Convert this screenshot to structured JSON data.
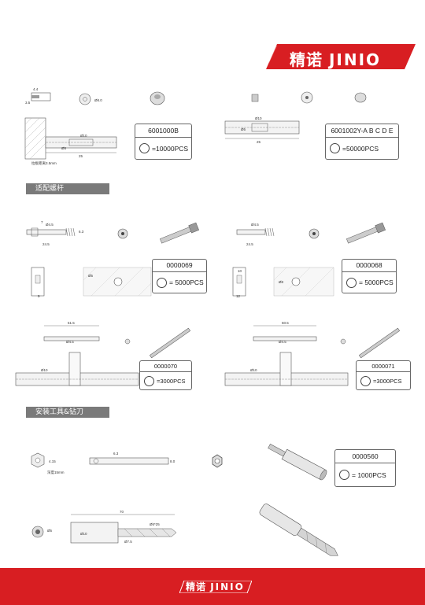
{
  "brand": {
    "name_cn": "精诺",
    "name_en": "JINIO",
    "color": "#d81e22"
  },
  "sections": [
    {
      "title": "适配螺杆"
    },
    {
      "title": "安装工具&钻刀"
    }
  ],
  "products": [
    {
      "code": "6001000B",
      "qty": "=10000PCS"
    },
    {
      "code": "6001002Y-A B C D E",
      "qty": "=50000PCS"
    },
    {
      "code": "0000069",
      "qty": "= 5000PCS"
    },
    {
      "code": "0000068",
      "qty": "= 5000PCS"
    },
    {
      "code": "0000070",
      "qty": "=3000PCS"
    },
    {
      "code": "0000071",
      "qty": "=3000PCS"
    },
    {
      "code": "0000560",
      "qty": "= 1000PCS"
    }
  ],
  "labels": {
    "thickness_note": "拉板距离3.5mm",
    "depth_note": "深度15mm",
    "d8": "Ø8.0",
    "d5": "Ø5",
    "d8b": "Ø8",
    "d45": "Ø4.5",
    "n63": "6.3",
    "n80": "8.0",
    "n245": "24.5",
    "n25": "25",
    "n70": "70",
    "d10": "Ø10",
    "d525": "Ø5*25",
    "d75": "Ø7.5",
    "n515": "51.5",
    "n605": "60.5",
    "n415": "4.15",
    "n44": "4.4",
    "n35": "3.5",
    "n12": "12",
    "n7": "7",
    "n10": "10",
    "n9": "9"
  }
}
